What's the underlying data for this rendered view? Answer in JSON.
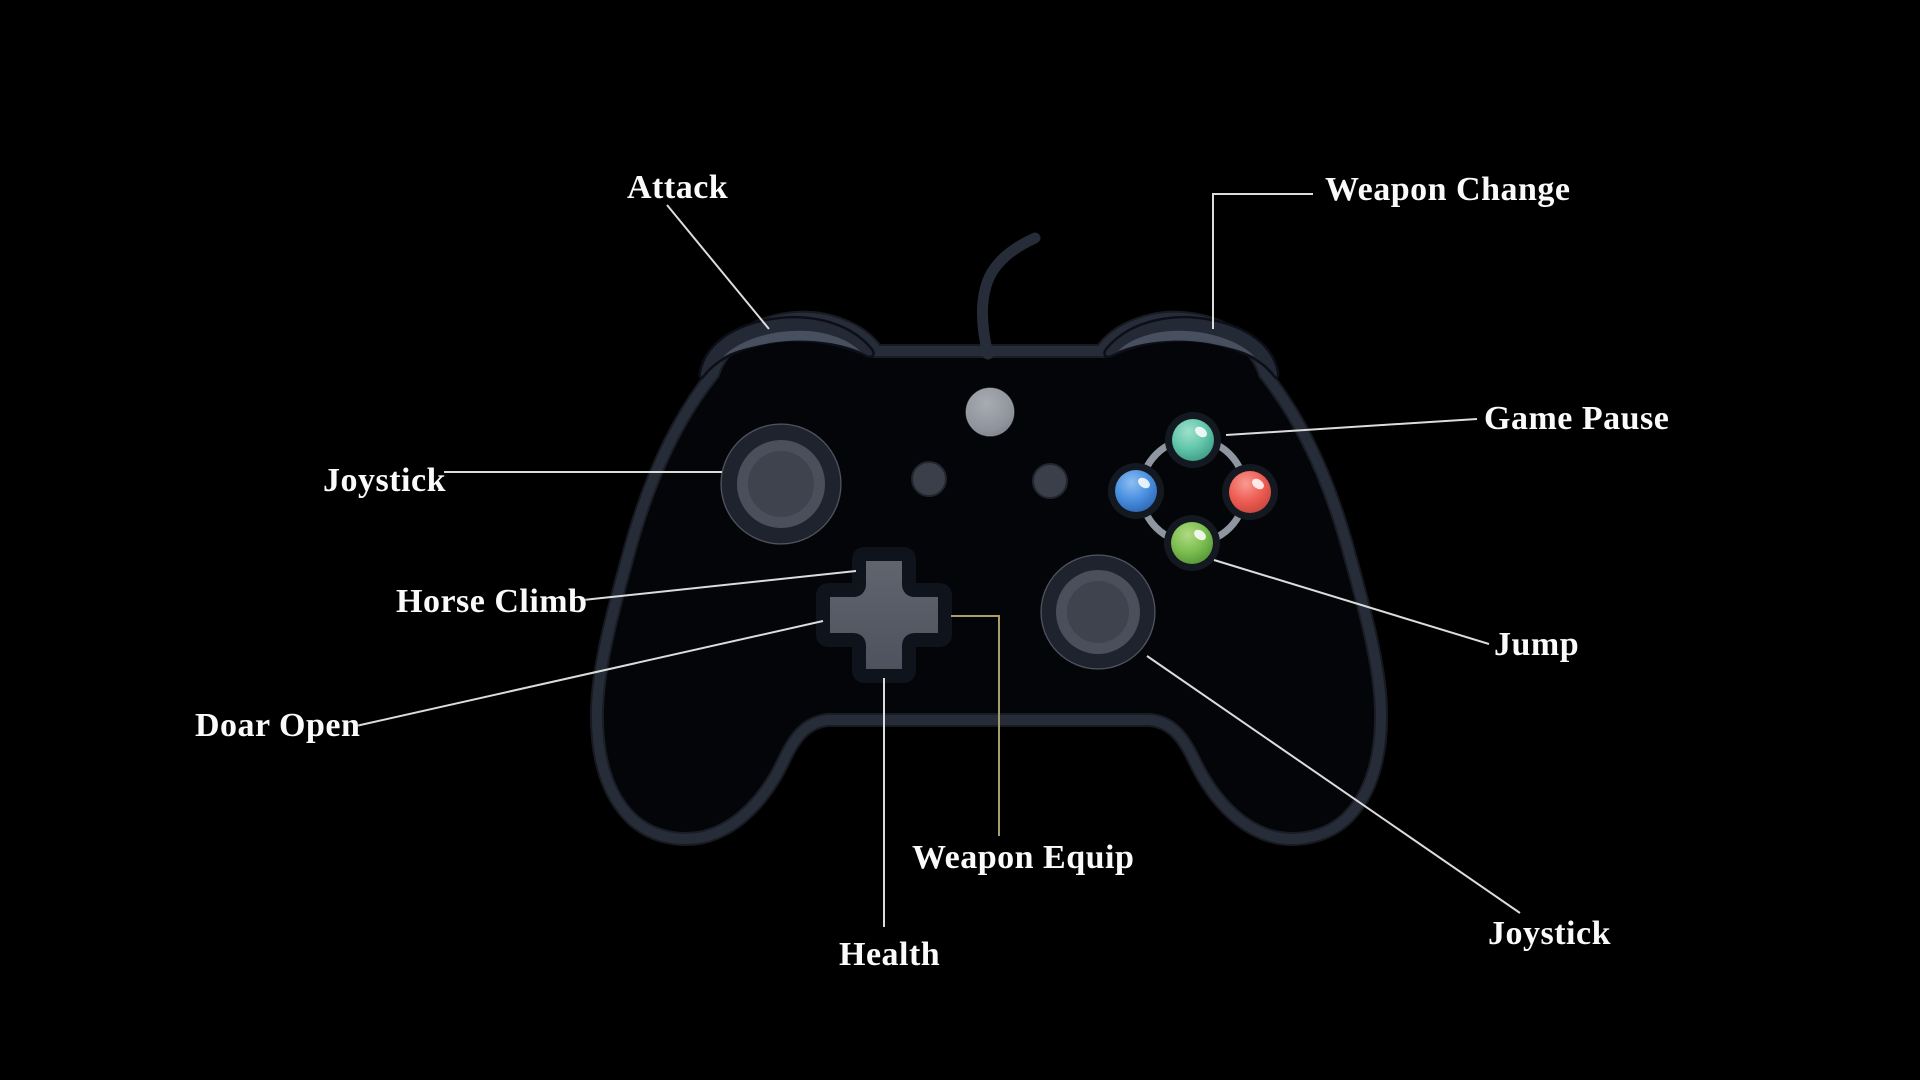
{
  "canvas": {
    "background": "#000000"
  },
  "diagram_type": "game-controller-button-mapping",
  "labels": [
    {
      "id": "attack",
      "text": "Attack",
      "points_to": "left-bumper"
    },
    {
      "id": "weapon-change",
      "text": "Weapon Change",
      "points_to": "right-bumper"
    },
    {
      "id": "joystick-left",
      "text": "Joystick",
      "points_to": "left-joystick"
    },
    {
      "id": "game-pause",
      "text": "Game Pause",
      "points_to": "face-button-top"
    },
    {
      "id": "horse-climb",
      "text": "Horse Climb",
      "points_to": "dpad-up"
    },
    {
      "id": "doar-open",
      "text": "Doar Open",
      "points_to": "dpad-left"
    },
    {
      "id": "jump",
      "text": "Jump",
      "points_to": "face-button-bottom"
    },
    {
      "id": "weapon-equip",
      "text": "Weapon Equip",
      "points_to": "dpad-right"
    },
    {
      "id": "health",
      "text": "Health",
      "points_to": "dpad-down"
    },
    {
      "id": "joystick-right",
      "text": "Joystick",
      "points_to": "right-joystick"
    }
  ],
  "controller": {
    "face_buttons": [
      {
        "position": "top",
        "color": "#62c6ab"
      },
      {
        "position": "left",
        "color": "#4a90e0"
      },
      {
        "position": "right",
        "color": "#ef5e54"
      },
      {
        "position": "bottom",
        "color": "#7cbf50"
      }
    ],
    "colors": {
      "body_outline": "#272c39",
      "body_fill": "#040508",
      "bumper_fill": "#242936",
      "bumper_highlight": "#4d5464",
      "dpad_fill": "#565b67",
      "joystick_ring": "#4a4f5b",
      "home_button": "#94979f",
      "minor_button": "#3a3f4a",
      "face_ring": "#9096a0",
      "leader_line": "#dcdcdc",
      "leader_line_accent": "#a89e68",
      "label_text": "#fafafa"
    }
  }
}
